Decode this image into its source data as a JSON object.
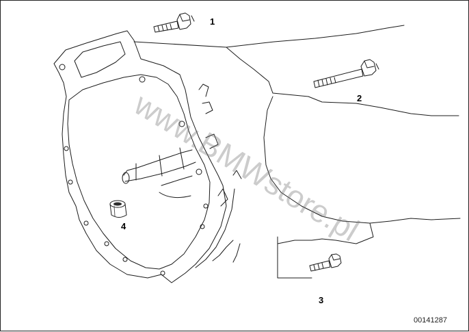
{
  "callouts": {
    "part_1": "1",
    "part_2": "2",
    "part_3": "3",
    "part_4": "4"
  },
  "image_number": "00141287",
  "watermark": "www.BMWstore.pl",
  "colors": {
    "line": "#1a1a1a",
    "background": "#ffffff",
    "watermark": "#8a8a8a"
  }
}
